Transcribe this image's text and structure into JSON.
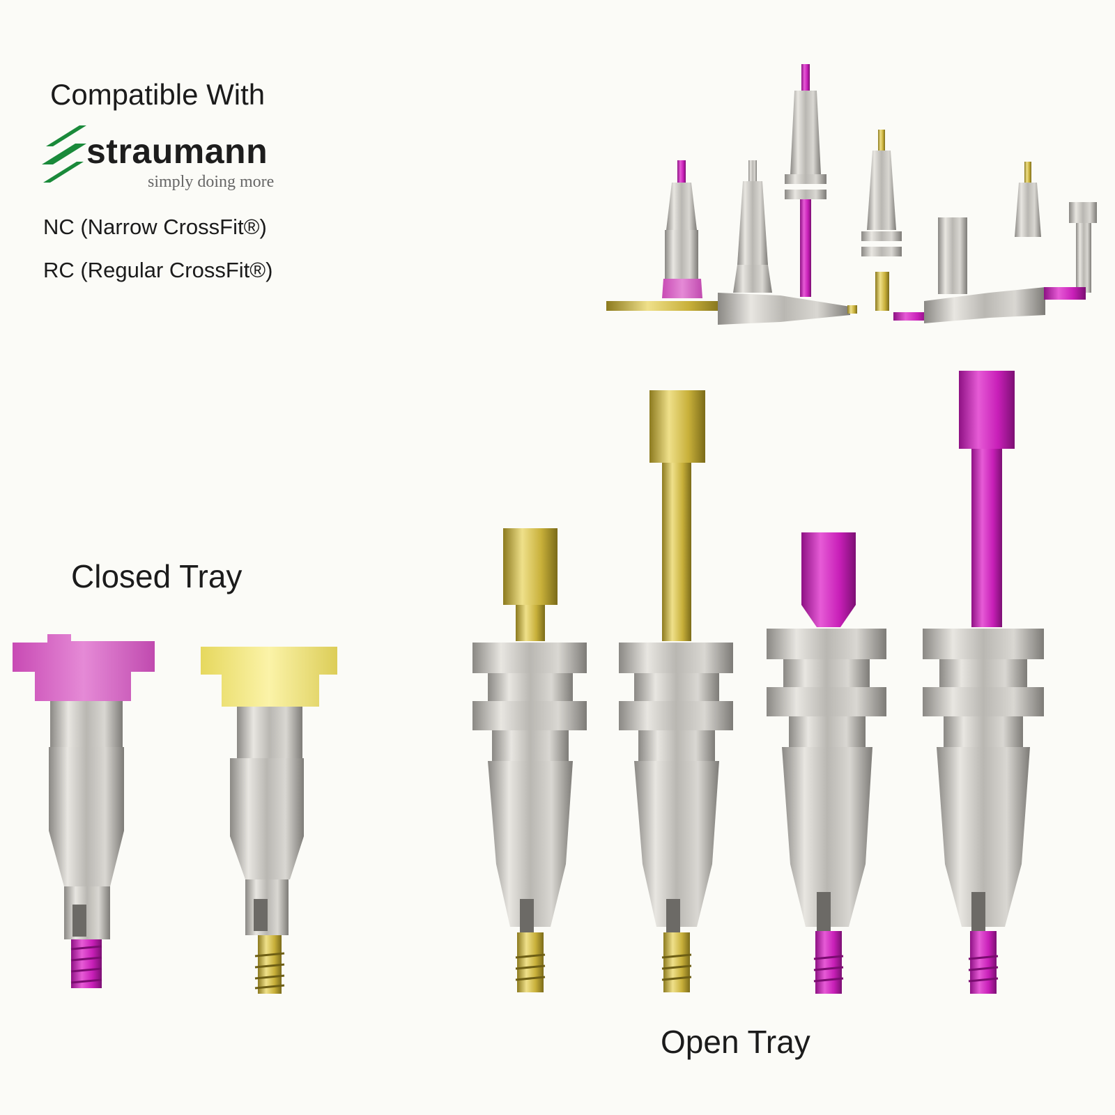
{
  "header": {
    "heading": "Compatible With"
  },
  "brand": {
    "name": "straumann",
    "tagline": "simply doing more",
    "logo_color": "#1a8a3a"
  },
  "compatibility": [
    "NC (Narrow CrossFit®)",
    "RC (Regular CrossFit®)"
  ],
  "labels": {
    "closed_tray": "Closed Tray",
    "open_tray": "Open Tray"
  },
  "colors": {
    "titanium": "#b9b7b2",
    "magenta": "#c81fb8",
    "gold": "#c8b03a",
    "pink_cap": "#d85bc4",
    "yellow_cap": "#f0e67a"
  },
  "products": [
    {
      "group": "closed_tray",
      "accent": "magenta",
      "cap": "pink_cap"
    },
    {
      "group": "closed_tray",
      "accent": "gold",
      "cap": "yellow_cap"
    },
    {
      "group": "open_tray",
      "accent": "gold",
      "style": "short"
    },
    {
      "group": "open_tray",
      "accent": "gold",
      "style": "long"
    },
    {
      "group": "open_tray",
      "accent": "magenta",
      "style": "short"
    },
    {
      "group": "open_tray",
      "accent": "magenta",
      "style": "long"
    }
  ]
}
